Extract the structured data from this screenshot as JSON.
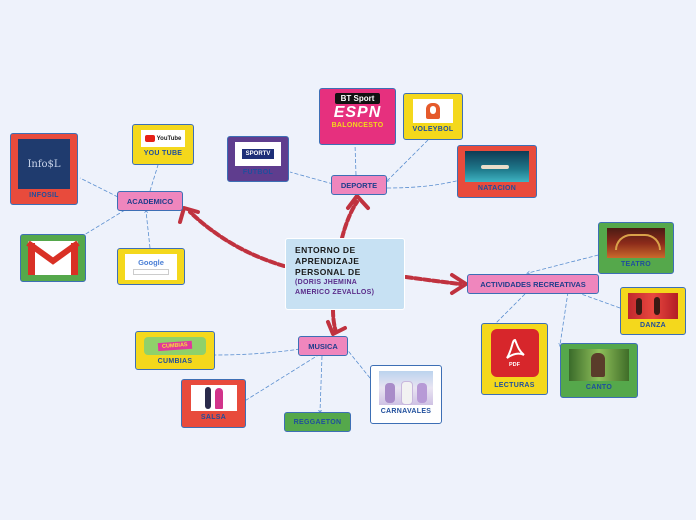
{
  "center": {
    "title_lines": [
      "ENTORNO DE",
      "APRENDIZAJE",
      "PERSONAL DE"
    ],
    "subtitle_lines": [
      "(DORIS  JHEMINA",
      "AMERICO ZEVALLOS)"
    ]
  },
  "branches": {
    "academico": "ACADEMICO",
    "deporte": "DEPORTE",
    "musica": "MUSICA",
    "actividades": "ACTIVIDADES RECREATIVAS"
  },
  "leaves": {
    "youtube": "YOU TUBE",
    "infosil": "INFOSIL",
    "futbol": "FUTBOL",
    "baloncesto": "BALONCESTO",
    "voleybol": "VOLEYBOL",
    "natacion": "NATACION",
    "teatro": "TEATRO",
    "danza": "DANZA",
    "lecturas": "LECTURAS",
    "canto": "CANTO",
    "cumbias": "CUMBIAS",
    "salsa": "SALSA",
    "reggaeton": "REGGAETON",
    "carnavales": "CARNAVALES"
  },
  "logo_text": {
    "youtube": "YouTube",
    "infosil": "Info$L",
    "google": "Google",
    "sportv": "SPORTV",
    "btsport": "BT Sport",
    "espn": "ESPN",
    "pdf": "PDF",
    "cumbias_banner": "CUMBIAS"
  },
  "colors": {
    "branch": "#ef86bd",
    "center": "#c7e1f3",
    "arrow": "#c0323f",
    "connector": "#5b8fd0"
  }
}
